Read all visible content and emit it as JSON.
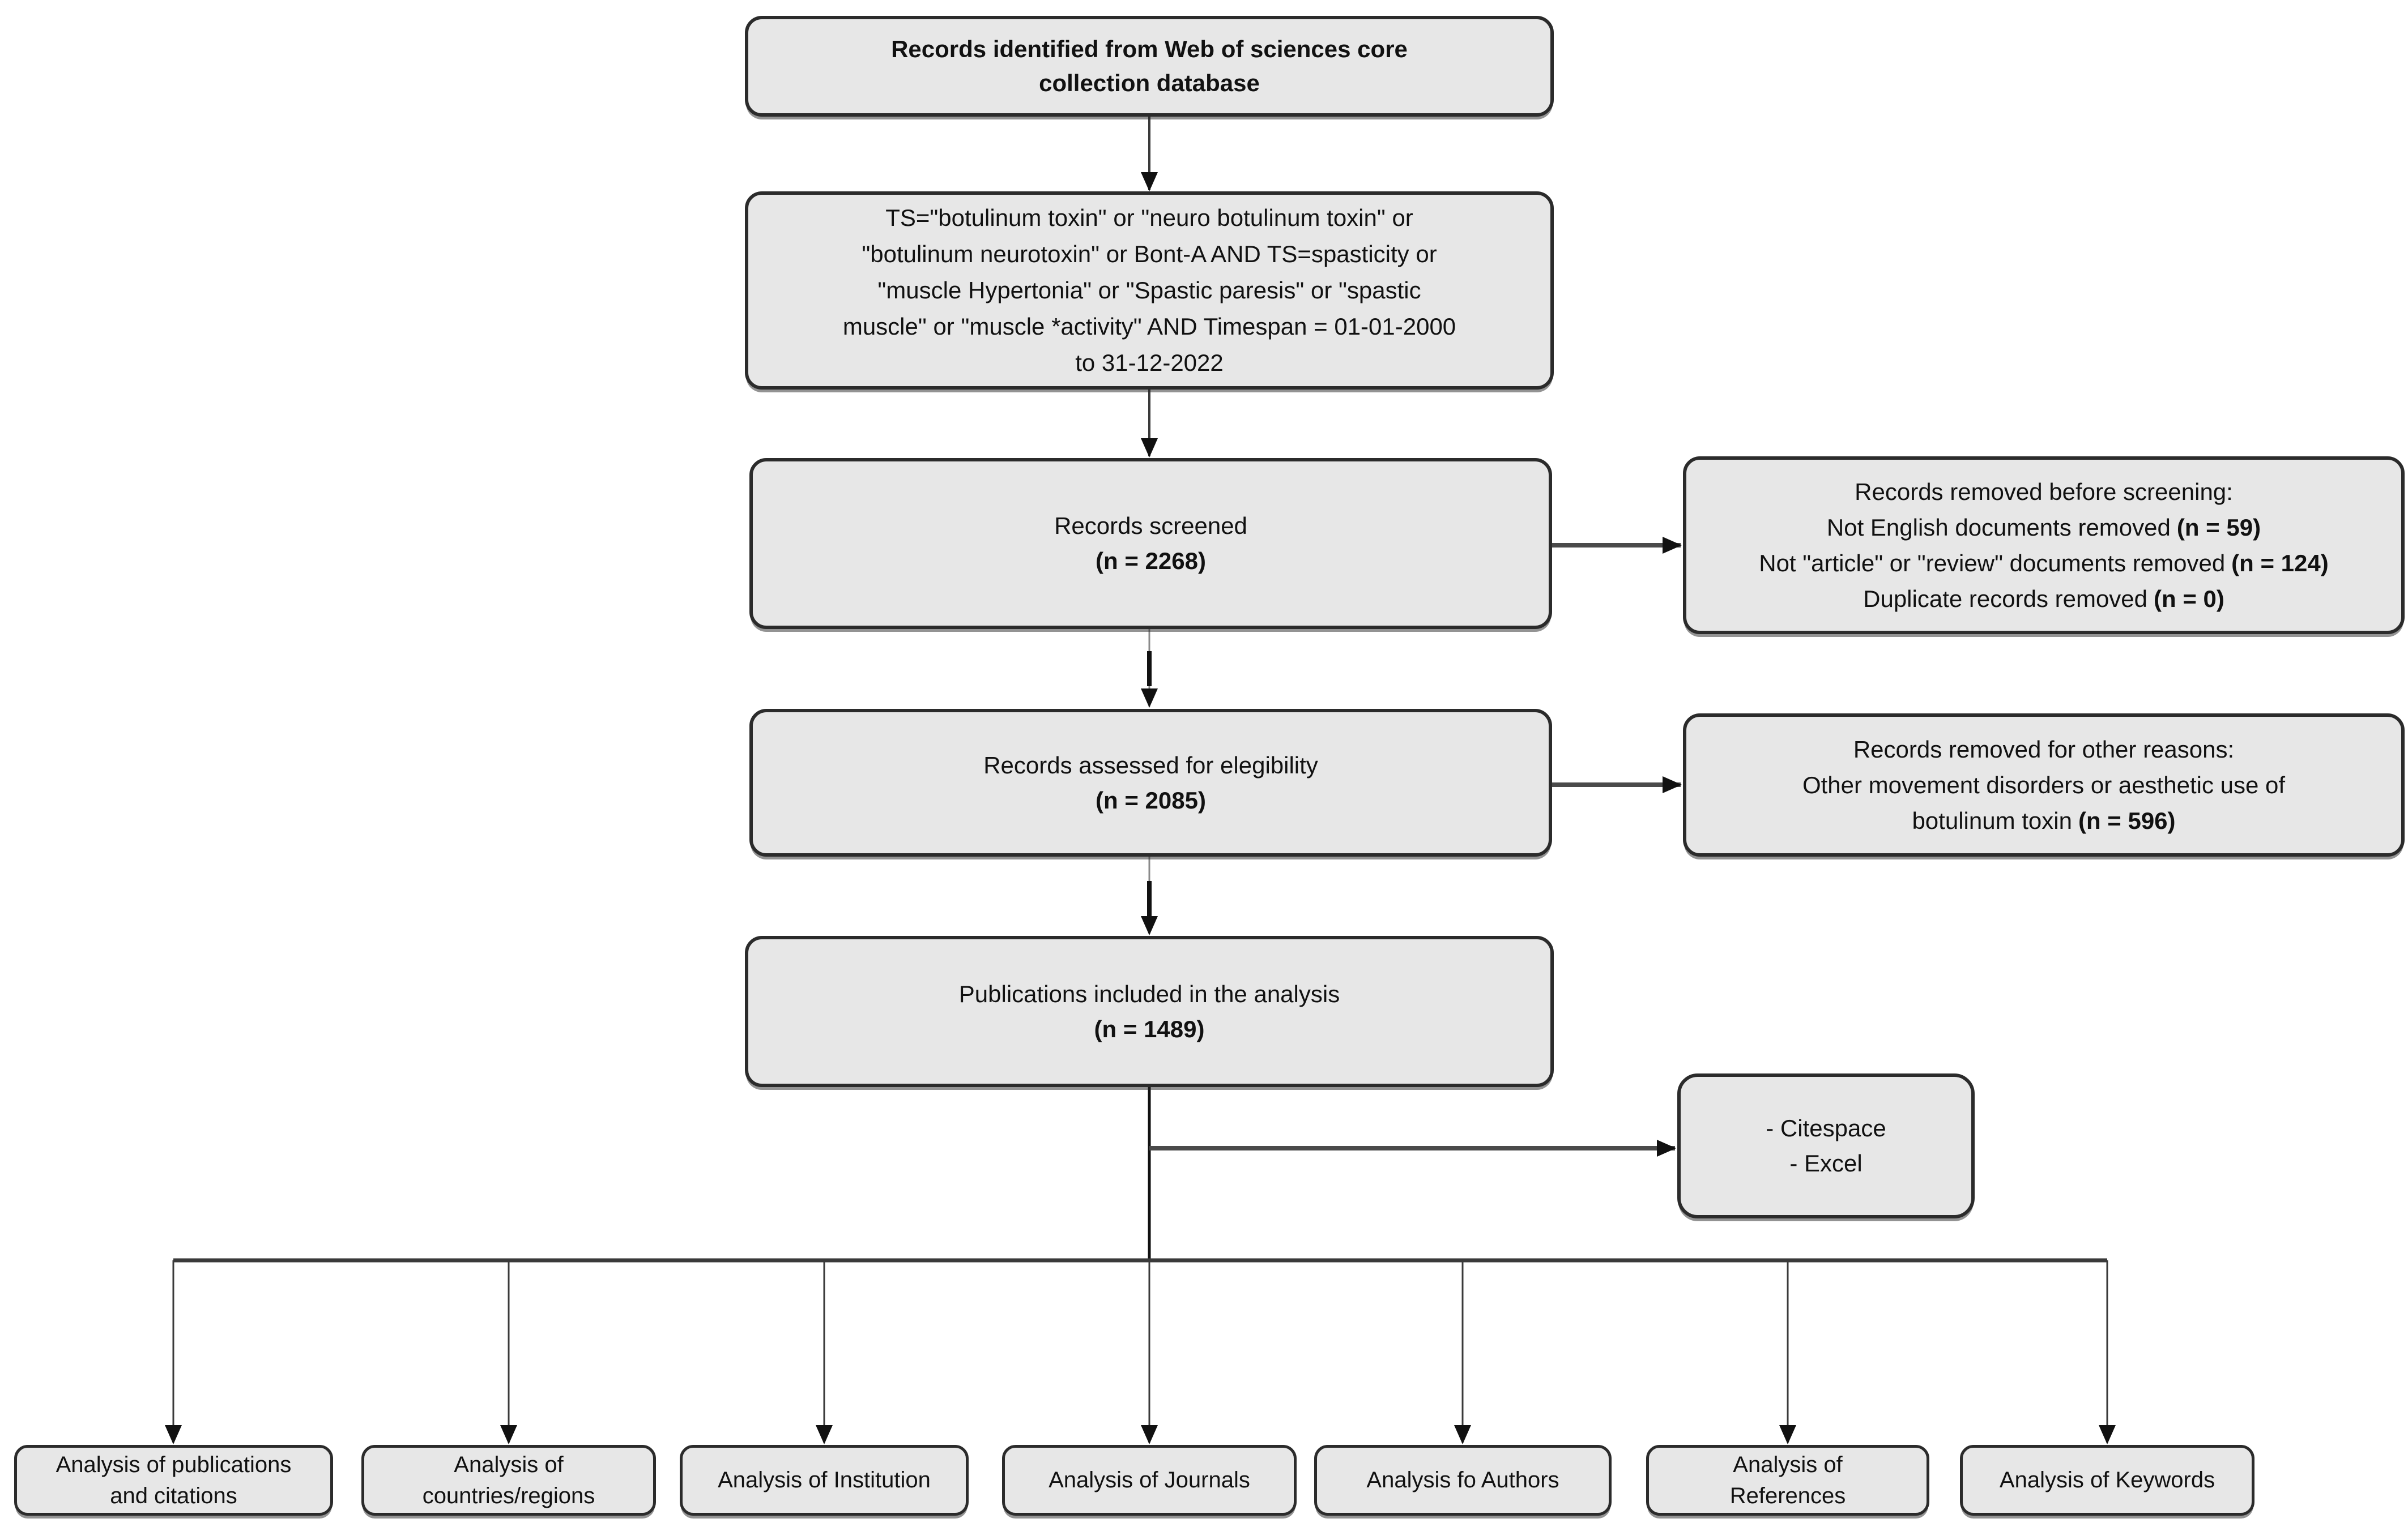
{
  "colors": {
    "background": "#ffffff",
    "box_fill": "#e7e7e7",
    "box_border": "#2b2b2b",
    "line": "#3a3a3a",
    "line_soft": "#8a8a8a",
    "arrow": "#111111",
    "text": "#111111"
  },
  "nodes": {
    "identified": {
      "lines": [
        "Records identified from Web of sciences core",
        "collection database"
      ]
    },
    "query": {
      "lines": [
        "TS=\"botulinum toxin\" or \"neuro botulinum toxin\" or",
        "\"botulinum neurotoxin\" or Bont-A AND TS=spasticity or",
        "\"muscle Hypertonia\" or \"Spastic paresis\" or \"spastic",
        "muscle\" or \"muscle *activity\" AND Timespan = 01-01-2000",
        "to 31-12-2022"
      ]
    },
    "screened": {
      "label": "Records screened",
      "count": "(n = 2268)"
    },
    "removed_before": {
      "title": "Records removed before screening:",
      "items": [
        {
          "text": "Not English documents removed",
          "count": "(n = 59)"
        },
        {
          "text": "Not \"article\" or \"review\" documents removed",
          "count": "(n = 124)"
        },
        {
          "text": "Duplicate records removed",
          "count": "(n = 0)"
        }
      ]
    },
    "assessed": {
      "label": "Records assessed for elegibility",
      "count": "(n = 2085)"
    },
    "removed_other": {
      "title": "Records removed for other reasons:",
      "line2": "Other movement disorders or aesthetic use of",
      "line3_text": "botulinum toxin",
      "count": "(n = 596)"
    },
    "included": {
      "label": "Publications included in the analysis",
      "count": "(n = 1489)"
    },
    "tools": {
      "lines": [
        "- Citespace",
        "- Excel"
      ]
    },
    "analyses": [
      {
        "lines": [
          "Analysis of publications",
          "and citations"
        ]
      },
      {
        "lines": [
          "Analysis of",
          "countries/regions"
        ]
      },
      {
        "lines": [
          "Analysis of Institution"
        ]
      },
      {
        "lines": [
          "Analysis of Journals"
        ]
      },
      {
        "lines": [
          "Analysis fo Authors"
        ]
      },
      {
        "lines": [
          "Analysis of",
          "References"
        ]
      },
      {
        "lines": [
          "Analysis of Keywords"
        ]
      }
    ]
  }
}
